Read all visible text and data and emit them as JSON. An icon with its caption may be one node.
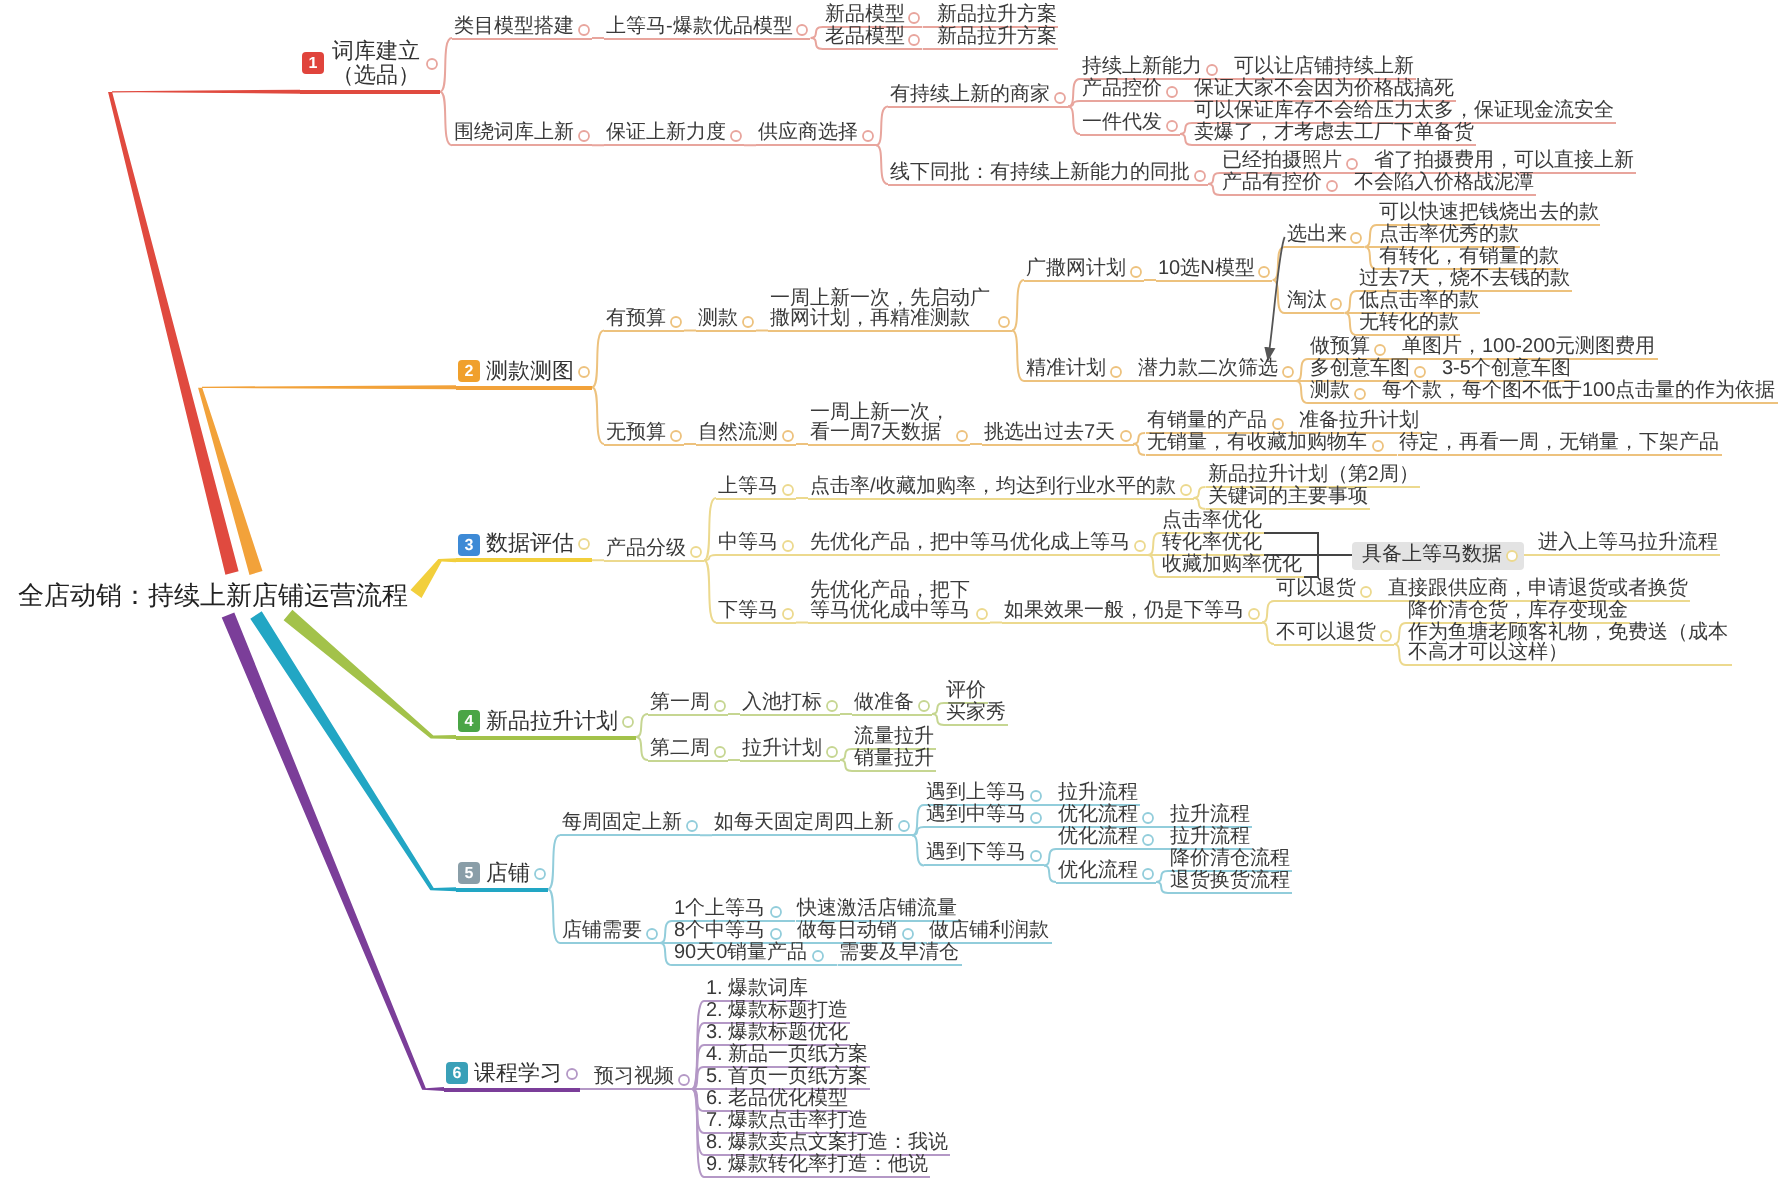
{
  "diagram": {
    "nodes": [
      {
        "text": [
          "全店动销：持续上新店铺运营流程"
        ]
      },
      {
        "text": [
          "1",
          "词库建立（选品）"
        ]
      },
      {
        "text": [
          "类目模型搭建"
        ]
      },
      {
        "text": [
          "上等马-爆款优品模型"
        ]
      },
      {
        "text": [
          "新品模型"
        ]
      },
      {
        "text": [
          "新品拉升方案"
        ]
      },
      {
        "text": [
          "老品模型"
        ]
      },
      {
        "text": [
          "新品拉升方案"
        ]
      },
      {
        "text": [
          "围绕词库上新"
        ]
      },
      {
        "text": [
          "保证上新力度"
        ]
      },
      {
        "text": [
          "供应商选择"
        ]
      },
      {
        "text": [
          "有持续上新的商家"
        ]
      },
      {
        "text": [
          "持续上新能力"
        ]
      },
      {
        "text": [
          "可以让店铺持续上新"
        ]
      },
      {
        "text": [
          "产品控价"
        ]
      },
      {
        "text": [
          "保证大家不会因为价格战搞死"
        ]
      },
      {
        "text": [
          "一件代发"
        ]
      },
      {
        "text": [
          "可以保证库存不会给压力太多，保证现金流安全"
        ]
      },
      {
        "text": [
          "卖爆了，才考虑去工厂下单备货"
        ]
      },
      {
        "text": [
          "线下同批：有持续上新能力的同批"
        ]
      },
      {
        "text": [
          "已经拍摄照片"
        ]
      },
      {
        "text": [
          "省了拍摄费用，可以直接上新"
        ]
      },
      {
        "text": [
          "产品有控价"
        ]
      },
      {
        "text": [
          "不会陷入价格战泥潭"
        ]
      },
      {
        "text": [
          "2",
          "测款测图"
        ]
      },
      {
        "text": [
          "有预算"
        ]
      },
      {
        "text": [
          "测款"
        ]
      },
      {
        "text": [
          "一周上新一次，先启动广撒网计划，再精准测款"
        ]
      },
      {
        "text": [
          "广撒网计划"
        ]
      },
      {
        "text": [
          "10选N模型"
        ]
      },
      {
        "text": [
          "选出来"
        ]
      },
      {
        "text": [
          "可以快速把钱烧出去的款"
        ]
      },
      {
        "text": [
          "点击率优秀的款"
        ]
      },
      {
        "text": [
          "有转化，有销量的款"
        ]
      },
      {
        "text": [
          "淘汰"
        ]
      },
      {
        "text": [
          "过去7天，烧不去钱的款"
        ]
      },
      {
        "text": [
          "低点击率的款"
        ]
      },
      {
        "text": [
          "无转化的款"
        ]
      },
      {
        "text": [
          "精准计划"
        ]
      },
      {
        "text": [
          "潜力款二次筛选"
        ]
      },
      {
        "text": [
          "做预算"
        ]
      },
      {
        "text": [
          "单图片，100-200元测图费用"
        ]
      },
      {
        "text": [
          "多创意车图"
        ]
      },
      {
        "text": [
          "3-5个创意车图"
        ]
      },
      {
        "text": [
          "测款"
        ]
      },
      {
        "text": [
          "每个款，每个图不低于100点击量的作为依据"
        ]
      },
      {
        "text": [
          "无预算"
        ]
      },
      {
        "text": [
          "自然流测"
        ]
      },
      {
        "text": [
          "一周上新一次，看一周7天数据"
        ]
      },
      {
        "text": [
          "挑选出过去7天"
        ]
      },
      {
        "text": [
          "有销量的产品"
        ]
      },
      {
        "text": [
          "准备拉升计划"
        ]
      },
      {
        "text": [
          "无销量，有收藏加购物车"
        ]
      },
      {
        "text": [
          "待定，再看一周，无销量，下架产品"
        ]
      },
      {
        "text": [
          "3",
          "数据评估"
        ]
      },
      {
        "text": [
          "产品分级"
        ]
      },
      {
        "text": [
          "上等马"
        ]
      },
      {
        "text": [
          "点击率/收藏加购率，均达到行业水平的款"
        ]
      },
      {
        "text": [
          "新品拉升计划（第2周）"
        ]
      },
      {
        "text": [
          "关键词的主要事项"
        ]
      },
      {
        "text": [
          "中等马"
        ]
      },
      {
        "text": [
          "先优化产品，把中等马优化成上等马"
        ]
      },
      {
        "text": [
          "点击率优化"
        ]
      },
      {
        "text": [
          "转化率优化"
        ]
      },
      {
        "text": [
          "收藏加购率优化"
        ]
      },
      {
        "text": [
          "具备上等马数据"
        ]
      },
      {
        "text": [
          "进入上等马拉升流程"
        ]
      },
      {
        "text": [
          "下等马"
        ]
      },
      {
        "text": [
          "先优化产品，把下等马优化成中等马"
        ]
      },
      {
        "text": [
          "如果效果一般，仍是下等马"
        ]
      },
      {
        "text": [
          "可以退货"
        ]
      },
      {
        "text": [
          "直接跟供应商，申请退货或者换货"
        ]
      },
      {
        "text": [
          "不可以退货"
        ]
      },
      {
        "text": [
          "降价清仓货，库存变现金"
        ]
      },
      {
        "text": [
          "作为鱼塘老顾客礼物，免费送（成本不高才可以这样）"
        ]
      },
      {
        "text": [
          "4",
          "新品拉升计划"
        ]
      },
      {
        "text": [
          "第一周"
        ]
      },
      {
        "text": [
          "入池打标"
        ]
      },
      {
        "text": [
          "做准备"
        ]
      },
      {
        "text": [
          "评价"
        ]
      },
      {
        "text": [
          "买家秀"
        ]
      },
      {
        "text": [
          "第二周"
        ]
      },
      {
        "text": [
          "拉升计划"
        ]
      },
      {
        "text": [
          "流量拉升"
        ]
      },
      {
        "text": [
          "销量拉升"
        ]
      },
      {
        "text": [
          "5",
          "店铺"
        ]
      },
      {
        "text": [
          "每周固定上新"
        ]
      },
      {
        "text": [
          "如每天固定周四上新"
        ]
      },
      {
        "text": [
          "遇到上等马"
        ]
      },
      {
        "text": [
          "拉升流程"
        ]
      },
      {
        "text": [
          "遇到中等马"
        ]
      },
      {
        "text": [
          "优化流程"
        ]
      },
      {
        "text": [
          "拉升流程"
        ]
      },
      {
        "text": [
          "遇到下等马"
        ]
      },
      {
        "text": [
          "优化流程"
        ]
      },
      {
        "text": [
          "拉升流程"
        ]
      },
      {
        "text": [
          "优化流程"
        ]
      },
      {
        "text": [
          "降价清仓流程"
        ]
      },
      {
        "text": [
          "退货换货流程"
        ]
      },
      {
        "text": [
          "店铺需要"
        ]
      },
      {
        "text": [
          "1个上等马"
        ]
      },
      {
        "text": [
          "快速激活店铺流量"
        ]
      },
      {
        "text": [
          "8个中等马"
        ]
      },
      {
        "text": [
          "做每日动销"
        ]
      },
      {
        "text": [
          "做店铺利润款"
        ]
      },
      {
        "text": [
          "90天0销量产品"
        ]
      },
      {
        "text": [
          "需要及早清仓"
        ]
      },
      {
        "text": [
          "6",
          "课程学习"
        ]
      },
      {
        "text": [
          "预习视频"
        ]
      },
      {
        "text": [
          "1. 爆款词库"
        ]
      },
      {
        "text": [
          "2. 爆款标题打造"
        ]
      },
      {
        "text": [
          "3. 爆款标题优化"
        ]
      },
      {
        "text": [
          "4. 新品一页纸方案"
        ]
      },
      {
        "text": [
          "5. 首页一页纸方案"
        ]
      },
      {
        "text": [
          "6. 老品优化模型"
        ]
      },
      {
        "text": [
          "7. 爆款点击率打造"
        ]
      },
      {
        "text": [
          "8. 爆款卖点文案打造：我说"
        ]
      },
      {
        "text": [
          "9. 爆款转化率打造：他说"
        ]
      }
    ],
    "edges": [
      {
        "from": 0,
        "to": 1,
        "arrow": "none",
        "style": "thick",
        "color": "#e04a3f"
      },
      {
        "from": 1,
        "to": 2,
        "arrow": "none",
        "color": "#e8a59d"
      },
      {
        "from": 2,
        "to": 3,
        "arrow": "none",
        "color": "#e8a59d"
      },
      {
        "from": 3,
        "to": 4,
        "arrow": "none",
        "color": "#e8a59d"
      },
      {
        "from": 4,
        "to": 5,
        "arrow": "none",
        "color": "#e8a59d"
      },
      {
        "from": 3,
        "to": 6,
        "arrow": "none",
        "color": "#e8a59d"
      },
      {
        "from": 6,
        "to": 7,
        "arrow": "none",
        "color": "#e8a59d"
      },
      {
        "from": 1,
        "to": 8,
        "arrow": "none",
        "color": "#e8a59d"
      },
      {
        "from": 8,
        "to": 9,
        "arrow": "none",
        "color": "#e8a59d"
      },
      {
        "from": 9,
        "to": 10,
        "arrow": "none",
        "color": "#e8a59d"
      },
      {
        "from": 10,
        "to": 11,
        "arrow": "none",
        "color": "#e8a59d"
      },
      {
        "from": 11,
        "to": 12,
        "arrow": "none",
        "color": "#e8a59d"
      },
      {
        "from": 12,
        "to": 13,
        "arrow": "none",
        "color": "#e8a59d"
      },
      {
        "from": 11,
        "to": 14,
        "arrow": "none",
        "color": "#e8a59d"
      },
      {
        "from": 14,
        "to": 15,
        "arrow": "none",
        "color": "#e8a59d"
      },
      {
        "from": 11,
        "to": 16,
        "arrow": "none",
        "color": "#e8a59d"
      },
      {
        "from": 16,
        "to": 17,
        "arrow": "none",
        "color": "#e8a59d"
      },
      {
        "from": 16,
        "to": 18,
        "arrow": "none",
        "color": "#e8a59d"
      },
      {
        "from": 10,
        "to": 19,
        "arrow": "none",
        "color": "#e8a59d"
      },
      {
        "from": 19,
        "to": 20,
        "arrow": "none",
        "color": "#e8a59d"
      },
      {
        "from": 20,
        "to": 21,
        "arrow": "none",
        "color": "#e8a59d"
      },
      {
        "from": 19,
        "to": 22,
        "arrow": "none",
        "color": "#e8a59d"
      },
      {
        "from": 22,
        "to": 23,
        "arrow": "none",
        "color": "#e8a59d"
      },
      {
        "from": 0,
        "to": 24,
        "arrow": "none",
        "style": "thick",
        "color": "#f2a23a"
      },
      {
        "from": 24,
        "to": 25,
        "arrow": "none",
        "color": "#edc27e"
      },
      {
        "from": 25,
        "to": 26,
        "arrow": "none",
        "color": "#edc27e"
      },
      {
        "from": 26,
        "to": 27,
        "arrow": "none",
        "color": "#edc27e"
      },
      {
        "from": 27,
        "to": 28,
        "arrow": "none",
        "color": "#edc27e"
      },
      {
        "from": 28,
        "to": 29,
        "arrow": "none",
        "color": "#edc27e"
      },
      {
        "from": 29,
        "to": 30,
        "arrow": "none",
        "color": "#edc27e"
      },
      {
        "from": 30,
        "to": 31,
        "arrow": "none",
        "color": "#edc27e"
      },
      {
        "from": 30,
        "to": 32,
        "arrow": "none",
        "color": "#edc27e"
      },
      {
        "from": 30,
        "to": 33,
        "arrow": "none",
        "color": "#edc27e"
      },
      {
        "from": 29,
        "to": 34,
        "arrow": "none",
        "color": "#edc27e"
      },
      {
        "from": 34,
        "to": 35,
        "arrow": "none",
        "color": "#edc27e"
      },
      {
        "from": 34,
        "to": 36,
        "arrow": "none",
        "color": "#edc27e"
      },
      {
        "from": 34,
        "to": 37,
        "arrow": "none",
        "color": "#edc27e"
      },
      {
        "from": 27,
        "to": 38,
        "arrow": "none",
        "color": "#edc27e"
      },
      {
        "from": 38,
        "to": 39,
        "arrow": "none",
        "color": "#edc27e"
      },
      {
        "from": 39,
        "to": 40,
        "arrow": "none",
        "color": "#edc27e"
      },
      {
        "from": 40,
        "to": 41,
        "arrow": "none",
        "color": "#edc27e"
      },
      {
        "from": 39,
        "to": 42,
        "arrow": "none",
        "color": "#edc27e"
      },
      {
        "from": 42,
        "to": 43,
        "arrow": "none",
        "color": "#edc27e"
      },
      {
        "from": 39,
        "to": 44,
        "arrow": "none",
        "color": "#edc27e"
      },
      {
        "from": 44,
        "to": 45,
        "arrow": "none",
        "color": "#edc27e"
      },
      {
        "from": 24,
        "to": 46,
        "arrow": "none",
        "color": "#edc27e"
      },
      {
        "from": 46,
        "to": 47,
        "arrow": "none",
        "color": "#edc27e"
      },
      {
        "from": 47,
        "to": 48,
        "arrow": "none",
        "color": "#edc27e"
      },
      {
        "from": 48,
        "to": 49,
        "arrow": "none",
        "color": "#edc27e"
      },
      {
        "from": 49,
        "to": 50,
        "arrow": "none",
        "color": "#edc27e"
      },
      {
        "from": 50,
        "to": 51,
        "arrow": "none",
        "color": "#edc27e"
      },
      {
        "from": 49,
        "to": 52,
        "arrow": "none",
        "color": "#edc27e"
      },
      {
        "from": 52,
        "to": 53,
        "arrow": "none",
        "color": "#edc27e"
      },
      {
        "from": 30,
        "to": 39,
        "arrow": "to",
        "color": "#555555"
      },
      {
        "from": 0,
        "to": 54,
        "arrow": "none",
        "style": "thick",
        "color": "#f2cf3c"
      },
      {
        "from": 54,
        "to": 55,
        "arrow": "none",
        "color": "#ecd98e"
      },
      {
        "from": 55,
        "to": 56,
        "arrow": "none",
        "color": "#ecd98e"
      },
      {
        "from": 56,
        "to": 57,
        "arrow": "none",
        "color": "#ecd98e"
      },
      {
        "from": 57,
        "to": 58,
        "arrow": "none",
        "color": "#ecd98e"
      },
      {
        "from": 57,
        "to": 59,
        "arrow": "none",
        "color": "#ecd98e"
      },
      {
        "from": 55,
        "to": 60,
        "arrow": "none",
        "color": "#ecd98e"
      },
      {
        "from": 60,
        "to": 61,
        "arrow": "none",
        "color": "#ecd98e"
      },
      {
        "from": 61,
        "to": 62,
        "arrow": "none",
        "color": "#ecd98e"
      },
      {
        "from": 61,
        "to": 63,
        "arrow": "none",
        "color": "#ecd98e"
      },
      {
        "from": 61,
        "to": 64,
        "arrow": "none",
        "color": "#ecd98e"
      },
      {
        "from": 62,
        "to": 65,
        "arrow": "none",
        "color": "#444444"
      },
      {
        "from": 63,
        "to": 65,
        "arrow": "none",
        "color": "#444444"
      },
      {
        "from": 64,
        "to": 65,
        "arrow": "none",
        "color": "#444444"
      },
      {
        "from": 65,
        "to": 66,
        "arrow": "none",
        "color": "#ecd98e"
      },
      {
        "from": 55,
        "to": 67,
        "arrow": "none",
        "color": "#ecd98e"
      },
      {
        "from": 67,
        "to": 68,
        "arrow": "none",
        "color": "#ecd98e"
      },
      {
        "from": 68,
        "to": 69,
        "arrow": "none",
        "color": "#ecd98e"
      },
      {
        "from": 69,
        "to": 70,
        "arrow": "none",
        "color": "#ecd98e"
      },
      {
        "from": 70,
        "to": 71,
        "arrow": "none",
        "color": "#ecd98e"
      },
      {
        "from": 69,
        "to": 72,
        "arrow": "none",
        "color": "#ecd98e"
      },
      {
        "from": 72,
        "to": 73,
        "arrow": "none",
        "color": "#ecd98e"
      },
      {
        "from": 72,
        "to": 74,
        "arrow": "none",
        "color": "#ecd98e"
      },
      {
        "from": 0,
        "to": 75,
        "arrow": "none",
        "style": "thick",
        "color": "#a3c24a"
      },
      {
        "from": 75,
        "to": 76,
        "arrow": "none",
        "color": "#c6d692"
      },
      {
        "from": 76,
        "to": 77,
        "arrow": "none",
        "color": "#c6d692"
      },
      {
        "from": 77,
        "to": 78,
        "arrow": "none",
        "color": "#c6d692"
      },
      {
        "from": 78,
        "to": 79,
        "arrow": "none",
        "color": "#c6d692"
      },
      {
        "from": 78,
        "to": 80,
        "arrow": "none",
        "color": "#c6d692"
      },
      {
        "from": 75,
        "to": 81,
        "arrow": "none",
        "color": "#c6d692"
      },
      {
        "from": 81,
        "to": 82,
        "arrow": "none",
        "color": "#c6d692"
      },
      {
        "from": 82,
        "to": 83,
        "arrow": "none",
        "color": "#c6d692"
      },
      {
        "from": 82,
        "to": 84,
        "arrow": "none",
        "color": "#c6d692"
      },
      {
        "from": 0,
        "to": 85,
        "arrow": "none",
        "style": "thick",
        "color": "#22a6c4"
      },
      {
        "from": 85,
        "to": 86,
        "arrow": "none",
        "color": "#92cddb"
      },
      {
        "from": 86,
        "to": 87,
        "arrow": "none",
        "color": "#92cddb"
      },
      {
        "from": 87,
        "to": 88,
        "arrow": "none",
        "color": "#92cddb"
      },
      {
        "from": 88,
        "to": 89,
        "arrow": "none",
        "color": "#92cddb"
      },
      {
        "from": 87,
        "to": 90,
        "arrow": "none",
        "color": "#92cddb"
      },
      {
        "from": 90,
        "to": 91,
        "arrow": "none",
        "color": "#92cddb"
      },
      {
        "from": 91,
        "to": 92,
        "arrow": "none",
        "color": "#92cddb"
      },
      {
        "from": 87,
        "to": 93,
        "arrow": "none",
        "color": "#92cddb"
      },
      {
        "from": 93,
        "to": 94,
        "arrow": "none",
        "color": "#92cddb"
      },
      {
        "from": 94,
        "to": 95,
        "arrow": "none",
        "color": "#92cddb"
      },
      {
        "from": 93,
        "to": 96,
        "arrow": "none",
        "color": "#92cddb"
      },
      {
        "from": 96,
        "to": 97,
        "arrow": "none",
        "color": "#92cddb"
      },
      {
        "from": 96,
        "to": 98,
        "arrow": "none",
        "color": "#92cddb"
      },
      {
        "from": 85,
        "to": 99,
        "arrow": "none",
        "color": "#92cddb"
      },
      {
        "from": 99,
        "to": 100,
        "arrow": "none",
        "color": "#92cddb"
      },
      {
        "from": 100,
        "to": 101,
        "arrow": "none",
        "color": "#92cddb"
      },
      {
        "from": 99,
        "to": 102,
        "arrow": "none",
        "color": "#92cddb"
      },
      {
        "from": 102,
        "to": 103,
        "arrow": "none",
        "color": "#92cddb"
      },
      {
        "from": 103,
        "to": 104,
        "arrow": "none",
        "color": "#92cddb"
      },
      {
        "from": 99,
        "to": 105,
        "arrow": "none",
        "color": "#92cddb"
      },
      {
        "from": 105,
        "to": 106,
        "arrow": "none",
        "color": "#92cddb"
      },
      {
        "from": 0,
        "to": 107,
        "arrow": "none",
        "style": "thick",
        "color": "#7b3e99"
      },
      {
        "from": 107,
        "to": 108,
        "arrow": "none",
        "color": "#b498c6"
      },
      {
        "from": 108,
        "to": 109,
        "arrow": "none",
        "color": "#b498c6"
      },
      {
        "from": 108,
        "to": 110,
        "arrow": "none",
        "color": "#b498c6"
      },
      {
        "from": 108,
        "to": 111,
        "arrow": "none",
        "color": "#b498c6"
      },
      {
        "from": 108,
        "to": 112,
        "arrow": "none",
        "color": "#b498c6"
      },
      {
        "from": 108,
        "to": 113,
        "arrow": "none",
        "color": "#b498c6"
      },
      {
        "from": 108,
        "to": 114,
        "arrow": "none",
        "color": "#b498c6"
      },
      {
        "from": 108,
        "to": 115,
        "arrow": "none",
        "color": "#b498c6"
      },
      {
        "from": 108,
        "to": 116,
        "arrow": "none",
        "color": "#b498c6"
      },
      {
        "from": 108,
        "to": 117,
        "arrow": "none",
        "color": "#b498c6"
      }
    ]
  }
}
